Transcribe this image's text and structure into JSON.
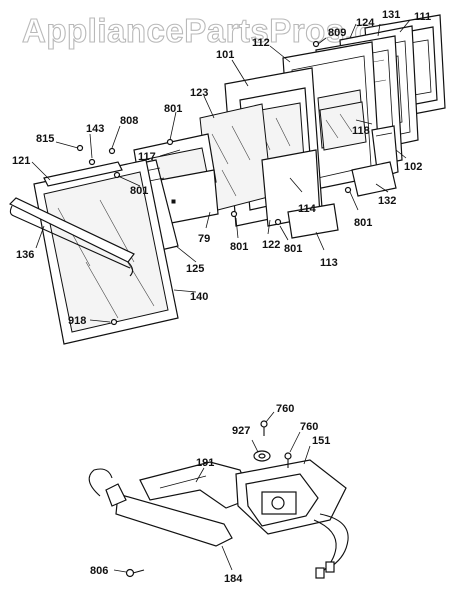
{
  "watermark": "AppliancePartsPros.com",
  "labels": {
    "p111": "111",
    "p131": "131",
    "p124": "124",
    "p809": "809",
    "p112": "112",
    "p101": "101",
    "p123": "123",
    "p801a": "801",
    "p117": "117",
    "p808": "808",
    "p143": "143",
    "p815": "815",
    "p121": "121",
    "p801b": "801",
    "p118": "118",
    "p102": "102",
    "p132": "132",
    "p114": "114",
    "p801c": "801",
    "p79": "79",
    "p801d": "801",
    "p122": "122",
    "p801e": "801",
    "p113": "113",
    "p125": "125",
    "p136": "136",
    "p140": "140",
    "p918": "918",
    "p760a": "760",
    "p927": "927",
    "p760b": "760",
    "p191": "191",
    "p151": "151",
    "p806": "806",
    "p184": "184"
  }
}
